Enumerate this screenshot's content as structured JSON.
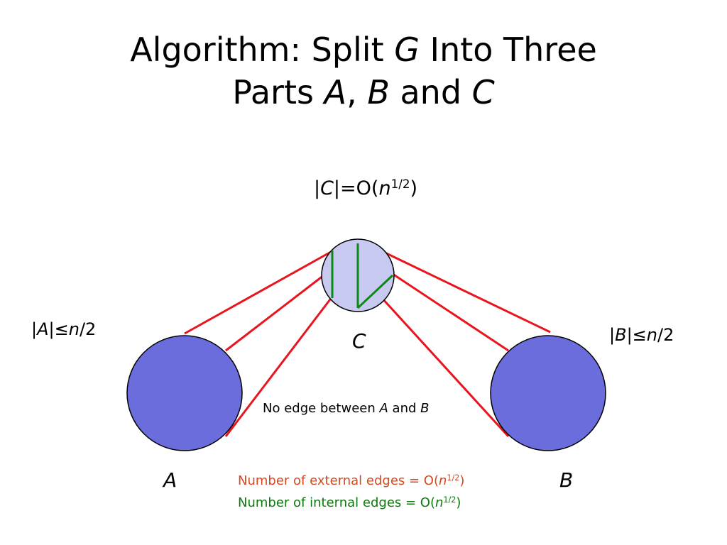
{
  "title": {
    "line1_prefix": "Algorithm: Split ",
    "line1_var": "G",
    "line1_suffix": " Into Three",
    "line2_prefix": "Parts ",
    "line2_var_a": "A",
    "line2_sep": ", ",
    "line2_var_b": "B",
    "line2_and": " and ",
    "line2_var_c": "C"
  },
  "labels": {
    "size_c": {
      "bar_open": "|",
      "var": "C",
      "rel": "|=O(",
      "n": "n",
      "exp": "1/2",
      "close": ")"
    },
    "size_a": {
      "bar_open": "|",
      "var": "A",
      "rel": "|≤",
      "n": "n",
      "rest": "/2"
    },
    "size_b": {
      "bar_open": "|",
      "var": "B",
      "rel": "|≤",
      "n": "n",
      "rest": "/2"
    },
    "node_c": "C",
    "node_a": "A",
    "node_b": "B",
    "no_edge": {
      "prefix": "No edge between ",
      "a": "A",
      "and": " and ",
      "b": "B"
    },
    "external_edges": {
      "prefix": "Number of external edges = O(",
      "n": "n",
      "exp": "1/2",
      "close": ")"
    },
    "internal_edges": {
      "prefix": "Number of internal edges = O(",
      "n": "n",
      "exp": "1/2",
      "close": ")"
    }
  },
  "colors": {
    "part_fill": "#6b6ddc",
    "separator_fill": "#c8c9f0",
    "outline": "#000000",
    "external_edge": "#e8141e",
    "internal_edge": "#0a8a14",
    "external_note_text": "#d24a1e",
    "internal_note_text": "#0b7a0b"
  }
}
